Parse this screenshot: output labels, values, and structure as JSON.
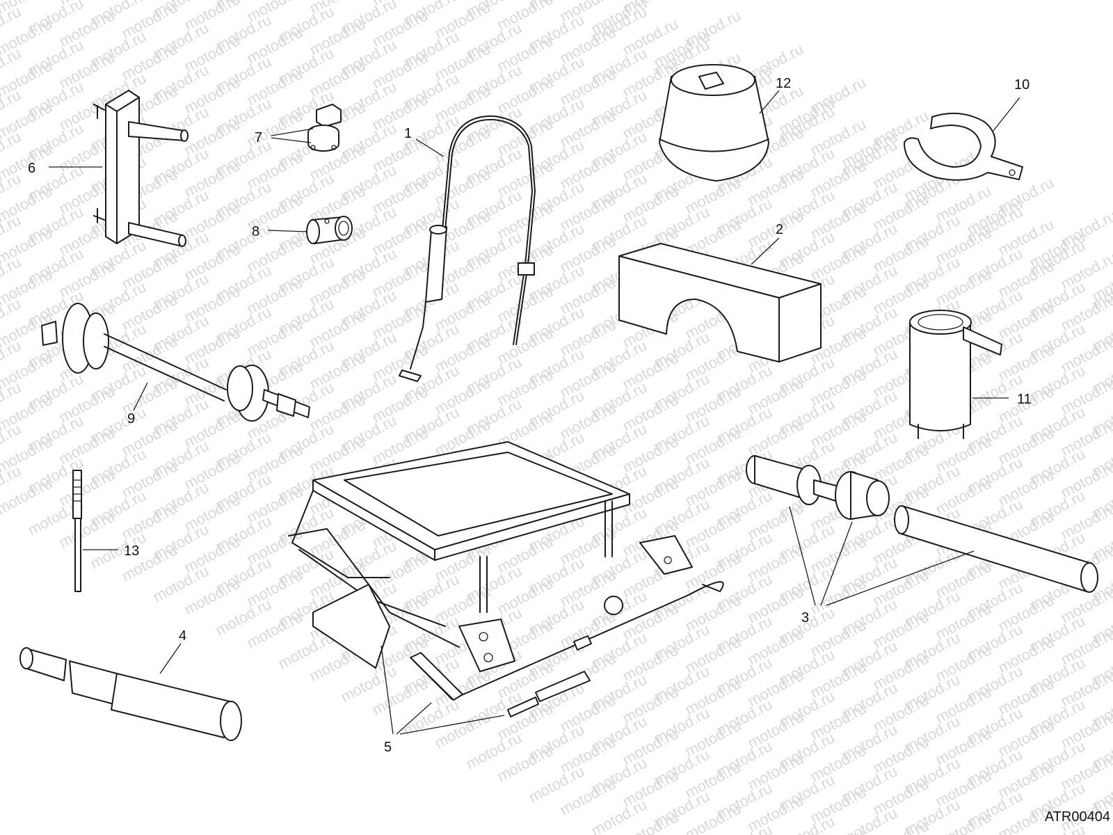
{
  "watermark": "motod.ru",
  "drawing_code": "ATR00404",
  "callouts": [
    {
      "id": "c1",
      "label": "1"
    },
    {
      "id": "c2",
      "label": "2"
    },
    {
      "id": "c3",
      "label": "3"
    },
    {
      "id": "c4",
      "label": "4"
    },
    {
      "id": "c5",
      "label": "5"
    },
    {
      "id": "c6",
      "label": "6"
    },
    {
      "id": "c7",
      "label": "7"
    },
    {
      "id": "c8",
      "label": "8"
    },
    {
      "id": "c9",
      "label": "9"
    },
    {
      "id": "c10",
      "label": "10"
    },
    {
      "id": "c11",
      "label": "11"
    },
    {
      "id": "c12",
      "label": "12"
    },
    {
      "id": "c13",
      "label": "13"
    }
  ]
}
